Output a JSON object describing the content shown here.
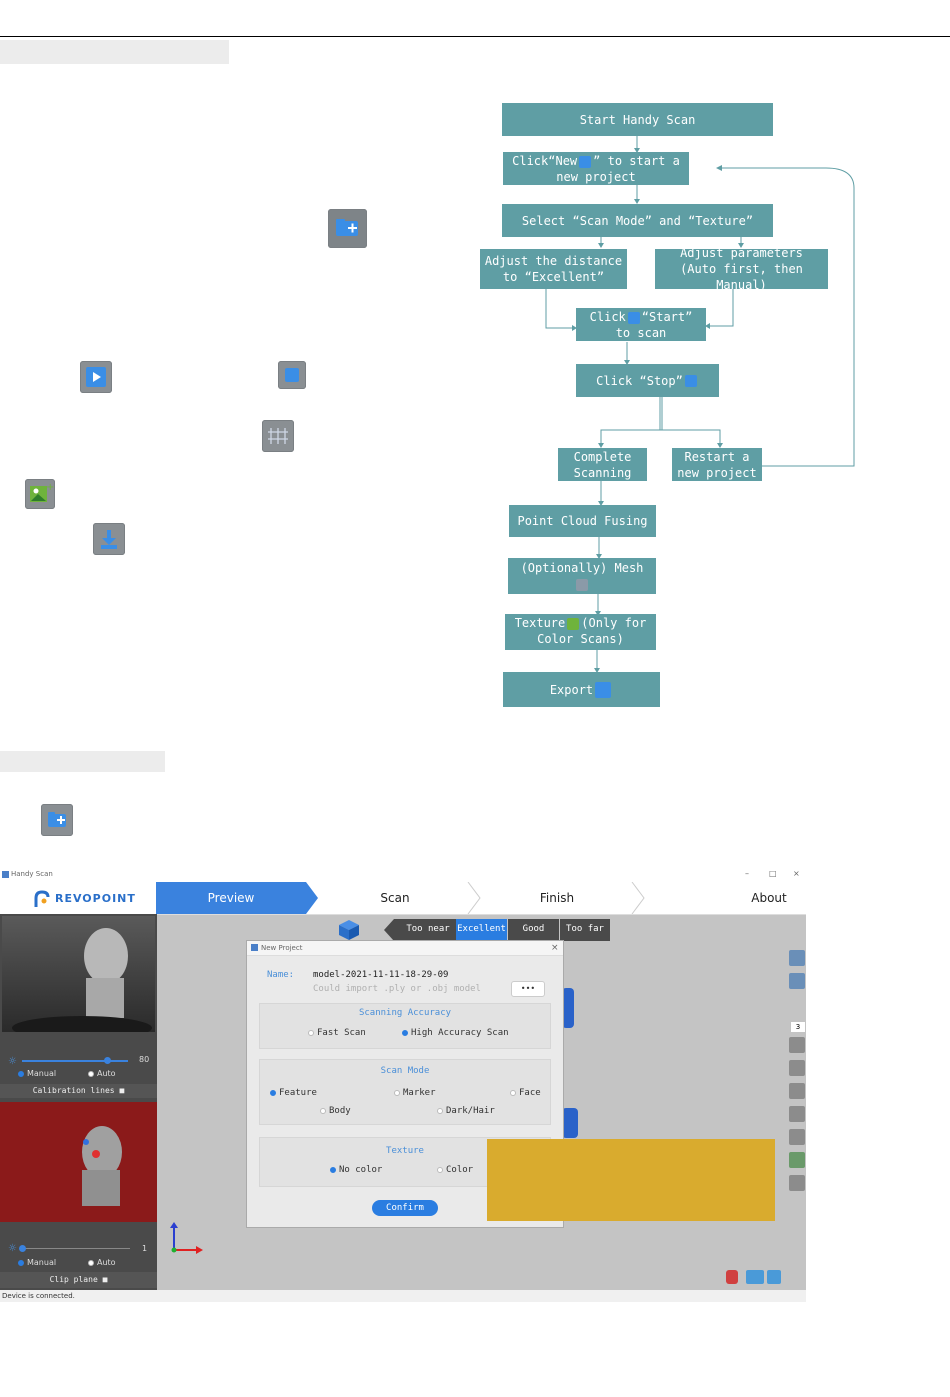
{
  "flowchart": {
    "start": "Start Handy Scan",
    "new_project_a": "Click“New",
    "new_project_b": "” to start a new project",
    "select_mode": "Select “Scan Mode” and “Texture”",
    "adjust_distance": "Adjust the distance to “Excellent”",
    "adjust_params": "Adjust parameters (Auto first, then Manual)",
    "click_start_a": "Click",
    "click_start_b": "“Start” to scan",
    "click_stop": "Click “Stop”",
    "complete": "Complete Scanning",
    "restart": "Restart a new project",
    "fusing": "Point Cloud Fusing",
    "mesh": "(Optionally) Mesh",
    "texture_a": "Texture",
    "texture_b": "(Only for Color Scans)",
    "export": "Export"
  },
  "app": {
    "window_title": "Handy Scan",
    "window_controls": [
      "–",
      "□",
      "×"
    ],
    "logo": "REVOPOINT",
    "tabs": [
      "Preview",
      "Scan",
      "Finish",
      "About"
    ],
    "distance_labels": [
      "Too near",
      "Excellent",
      "Good",
      "Too far"
    ],
    "panel1": {
      "value": "80",
      "manual": "Manual",
      "auto": "Auto",
      "option": "Calibration lines"
    },
    "panel2": {
      "value": "1",
      "manual": "Manual",
      "auto": "Auto",
      "option": "Clip plane"
    },
    "toolbar_number": "3",
    "status": "Device is connected.",
    "dialog": {
      "title": "New Project",
      "name_label": "Name:",
      "name_value": "model-2021-11-11-18-29-09",
      "import_placeholder": "Could import .ply or .obj model",
      "browse": "•••",
      "accuracy_title": "Scanning Accuracy",
      "fast": "Fast Scan",
      "high": "High Accuracy Scan",
      "mode_title": "Scan Mode",
      "feature": "Feature",
      "marker": "Marker",
      "face": "Face",
      "body": "Body",
      "dark": "Dark/Hair",
      "texture_title": "Texture",
      "no_color": "No color",
      "color": "Color",
      "confirm": "Confirm"
    }
  },
  "colors": {
    "flow_box": "#5f9ea4",
    "accent_blue": "#2a7de1",
    "callout": "#d9ab2e",
    "sidebar_red": "#8b1a1a"
  },
  "icons": [
    "new-project-icon",
    "start-scan-icon",
    "stop-scan-icon",
    "mesh-icon",
    "texture-icon",
    "export-icon"
  ]
}
